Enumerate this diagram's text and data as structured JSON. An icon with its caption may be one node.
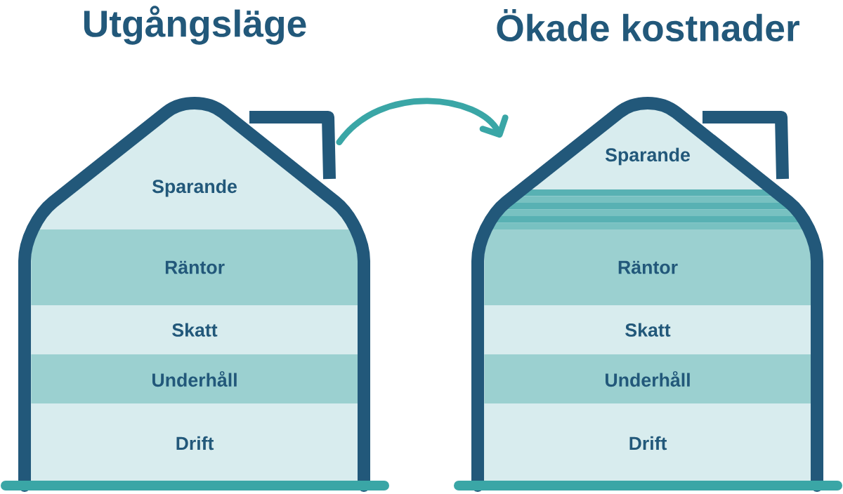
{
  "diagram": {
    "nodes": [
      {
        "text": [
          "Utgångsläge"
        ]
      },
      {
        "text": [
          "Sparande"
        ],
        "in": 0
      },
      {
        "text": [
          "Räntor"
        ],
        "in": 0
      },
      {
        "text": [
          "Skatt"
        ],
        "in": 0
      },
      {
        "text": [
          "Underhåll"
        ],
        "in": 0
      },
      {
        "text": [
          "Drift"
        ],
        "in": 0
      },
      {
        "text": [
          "Ökade kostnader"
        ]
      },
      {
        "text": [
          "Sparande"
        ],
        "in": 6
      },
      {
        "text": [
          "Räntor"
        ],
        "in": 6
      },
      {
        "text": [
          "Skatt"
        ],
        "in": 6
      },
      {
        "text": [
          "Underhåll"
        ],
        "in": 6
      },
      {
        "text": [
          "Drift"
        ],
        "in": 6
      }
    ],
    "edges": [
      {
        "from": 0,
        "to": 6,
        "arrow": "to"
      }
    ]
  }
}
